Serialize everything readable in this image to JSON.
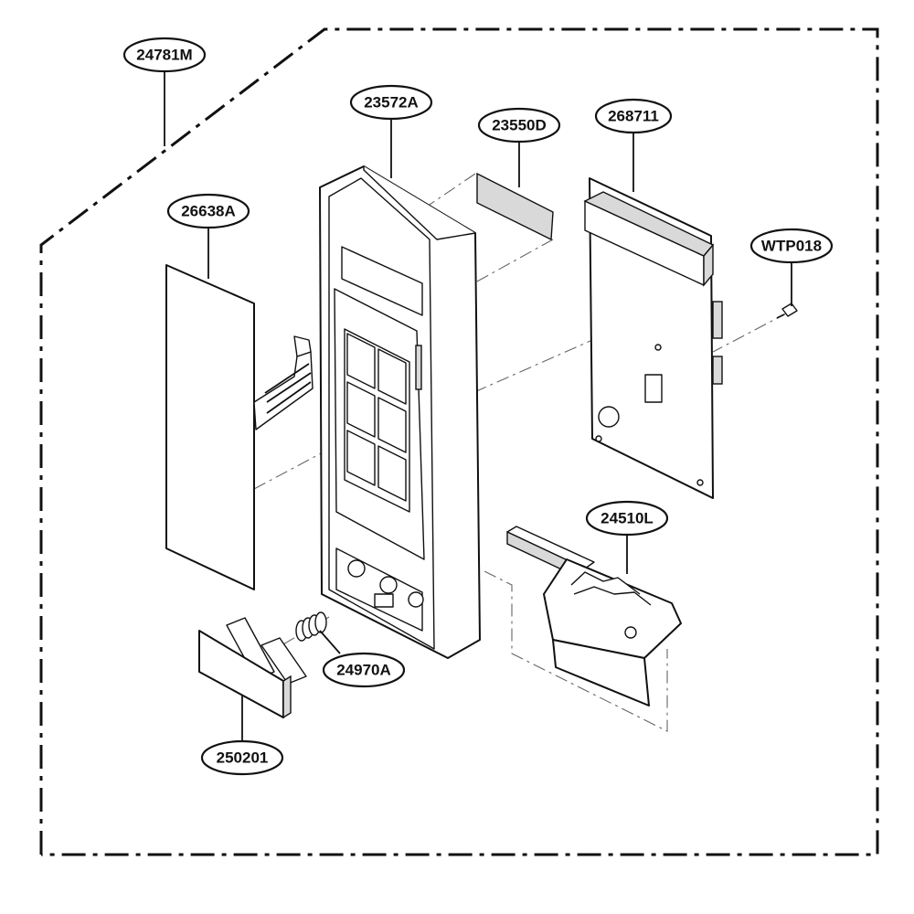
{
  "labels": {
    "assembly": "24781M",
    "panel_frame": "23572A",
    "display_window": "23550D",
    "pcb": "268711",
    "membrane_sheet": "26638A",
    "screw": "WTP018",
    "latch_lever": "24510L",
    "spring": "24970A",
    "door_button": "250201"
  },
  "colors": {
    "line": "#111111",
    "shade": "#d9d9d9",
    "background": "#ffffff"
  }
}
